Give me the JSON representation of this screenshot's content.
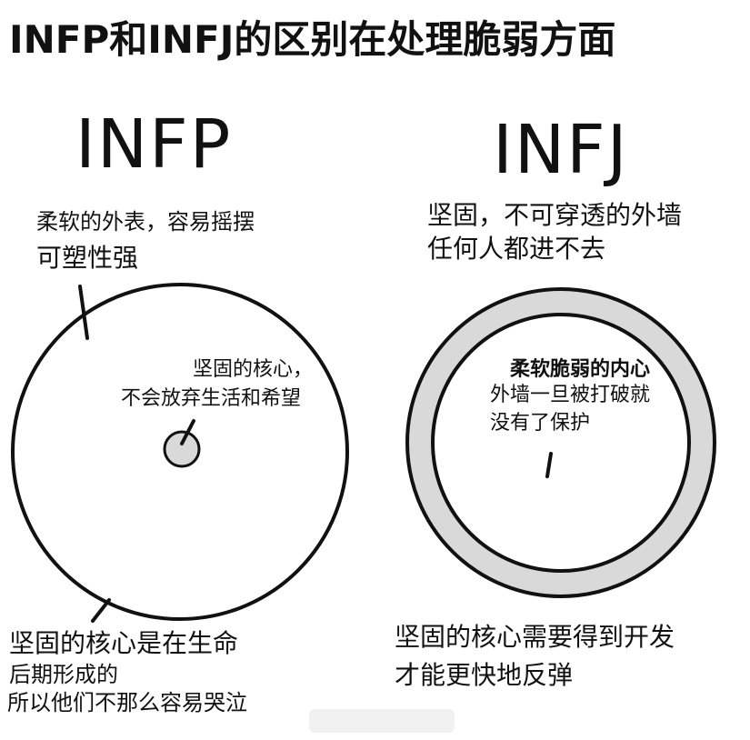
{
  "title": "INFP和INFJ的区别在处理脆弱方面",
  "left": {
    "heading": "INFP",
    "outer_label_line1": "柔软的外表，容易摇摆",
    "outer_label_line2": "可塑性强",
    "core_label_line1": "坚固的核心，",
    "core_label_line2": "不会放弃生活和希望",
    "bottom_line1": "坚固的核心是在生命",
    "bottom_line2": "后期形成的",
    "bottom_line3": "所以他们不那么容易哭泣"
  },
  "right": {
    "heading": "INFJ",
    "wall_label_line1": "坚固，不可穿透的外墙",
    "wall_label_line2": "任何人都进不去",
    "inner_label_line1": "柔软脆弱的内心",
    "inner_label_line2": "外墙一旦被打破就",
    "inner_label_line3": "没有了保护",
    "bottom_line1": "坚固的核心需要得到开发",
    "bottom_line2": "才能更快地反弹"
  },
  "colors": {
    "stroke": "#111111",
    "wall_fill": "#d9d9d9",
    "core_fill": "#d9d9d9"
  }
}
